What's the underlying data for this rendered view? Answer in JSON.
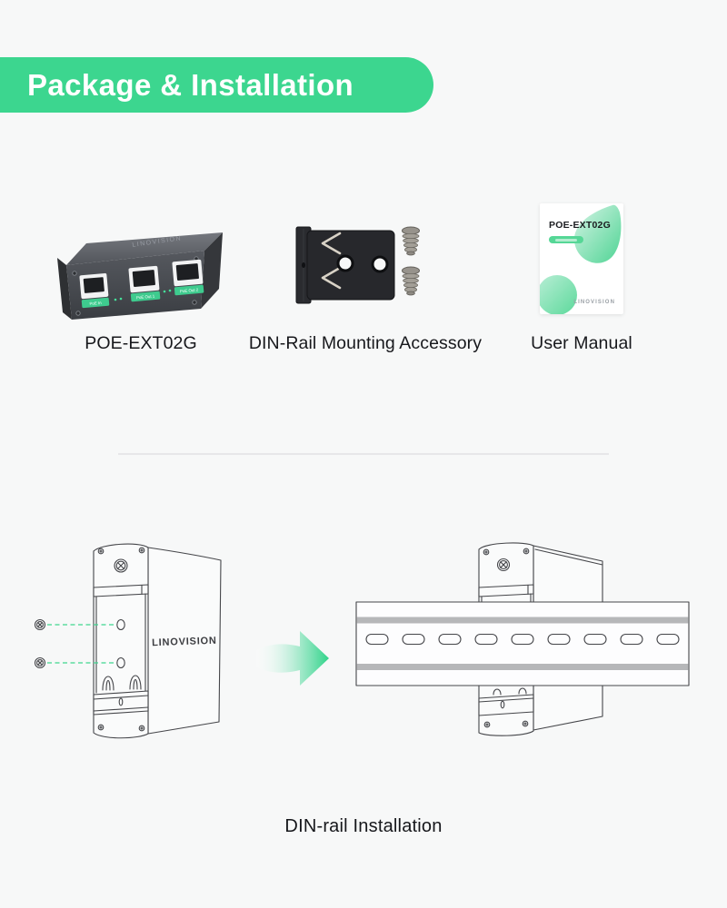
{
  "colors": {
    "accent_green": "#3cd68f",
    "banner_text": "#ffffff",
    "background": "#f7f8f8",
    "line_art": "#45464a",
    "dashed_leader": "#3fd68f",
    "rail_stripe": "#b6b7b9"
  },
  "header": {
    "title": "Package & Installation"
  },
  "package": {
    "items": [
      {
        "label": "POE-EXT02G",
        "brand": "LINOVISION",
        "ports": [
          "PoE In",
          "PoE Out 1",
          "PoE Out 2"
        ]
      },
      {
        "label": "DIN-Rail Mounting Accessory",
        "screw_count": "2"
      },
      {
        "label": "User Manual",
        "manual_title": "POE-EXT02G",
        "brand": "LINOVISION"
      }
    ]
  },
  "installation": {
    "caption": "DIN-rail Installation",
    "device_brand": "LINOVISION"
  }
}
